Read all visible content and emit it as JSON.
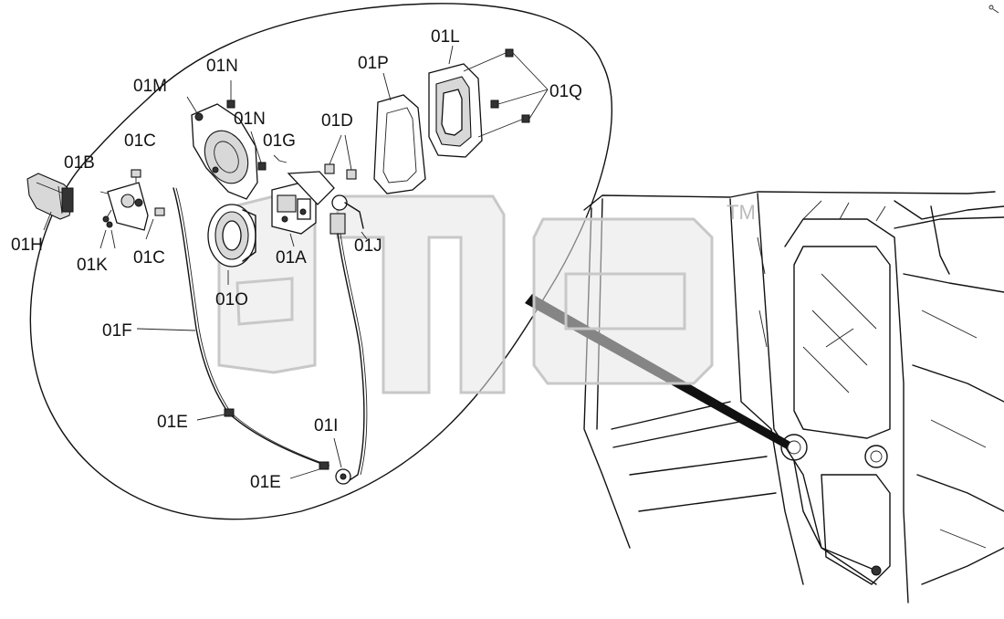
{
  "callouts": {
    "01A": "01A",
    "01B": "01B",
    "01C_top": "01C",
    "01C_bottom": "01C",
    "01D": "01D",
    "01E_upper": "01E",
    "01E_lower": "01E",
    "01F": "01F",
    "01G": "01G",
    "01H": "01H",
    "01I": "01I",
    "01J": "01J",
    "01K": "01K",
    "01L": "01L",
    "01M": "01M",
    "01N_top": "01N",
    "01N_mid": "01N",
    "01O": "01O",
    "01P": "01P",
    "01Q": "01Q"
  },
  "watermark": {
    "trademark": "TM"
  },
  "colors": {
    "line": "#111111",
    "watermark": "#c8c8c8",
    "background": "#ffffff"
  }
}
